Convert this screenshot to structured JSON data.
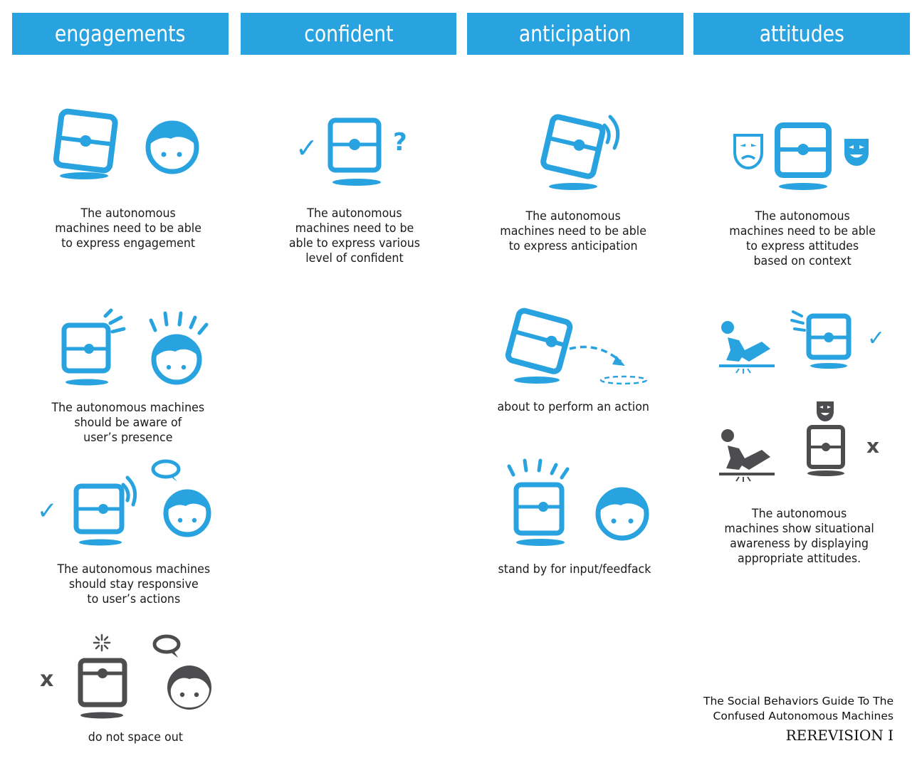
{
  "colors": {
    "accent": "#29a3e0",
    "dark": "#4d4d4f",
    "text": "#1a1a1a"
  },
  "headers": [
    "engagements",
    "confident",
    "anticipation",
    "attitudes"
  ],
  "captions": {
    "eng1": "The autonomous\nmachines need to be able\nto express engagement",
    "eng2": "The autonomous machines\nshould be aware of\nuser’s presence",
    "eng3": "The autonomous machines\nshould stay responsive\nto user’s actions",
    "eng4": "do not space out",
    "conf1": "The autonomous\nmachines need to be\nable to express various\nlevel of confident",
    "ant1": "The autonomous\nmachines need to be able\nto express anticipation",
    "ant2": "about to perform an action",
    "ant3": "stand by for input/feedfack",
    "att1": "The autonomous\nmachines need to be able\nto express attitudes\nbased on context",
    "att2": "The autonomous\nmachines show situational\nawareness by displaying\nappropriate attitudes."
  },
  "marks": {
    "check": "✓",
    "question": "?",
    "cross": "x"
  },
  "icons": [
    "robot-icon",
    "face-icon",
    "check-icon",
    "question-icon",
    "signal-waves-icon",
    "attention-lines-icon",
    "speech-bubble-icon",
    "sparkle-icon",
    "cross-icon",
    "sad-mask-icon",
    "happy-mask-icon",
    "falling-person-icon",
    "dashed-arrow-icon"
  ],
  "footer": {
    "line1": "The Social Behaviors Guide To The",
    "line2": "Confused Autonomous Machines",
    "revision": "REREVISION I"
  }
}
